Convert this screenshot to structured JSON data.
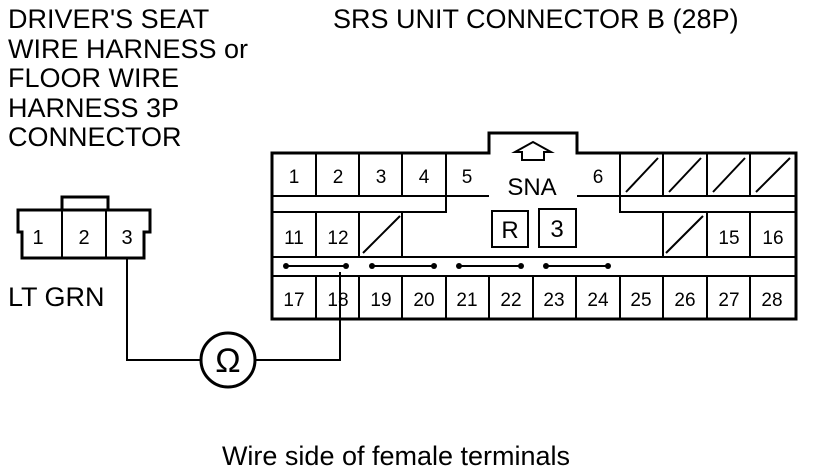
{
  "labels": {
    "left_connector_title": [
      "DRIVER'S SEAT",
      "WIRE HARNESS or",
      "FLOOR WIRE",
      "HARNESS 3P",
      "CONNECTOR"
    ],
    "right_connector_title": "SRS UNIT CONNECTOR B (28P)",
    "wire_color": "LT GRN",
    "meter_symbol": "Ω",
    "footer": "Wire side of female terminals",
    "key_label": "SNA",
    "marker_r": "R",
    "marker_3": "3"
  },
  "connector_3p": {
    "pins": [
      "1",
      "2",
      "3"
    ],
    "probed_pin": "3"
  },
  "connector_28p": {
    "row1": [
      "1",
      "2",
      "3",
      "4",
      "5",
      "6"
    ],
    "row2": [
      "11",
      "12",
      "15",
      "16"
    ],
    "row3": [
      "17",
      "18",
      "19",
      "20",
      "21",
      "22",
      "23",
      "24",
      "25",
      "26",
      "27",
      "28"
    ],
    "probed_pin": "18",
    "shorting_bars": 4
  },
  "measurement": {
    "instrument": "ohmmeter",
    "between": [
      "3",
      "18"
    ]
  }
}
